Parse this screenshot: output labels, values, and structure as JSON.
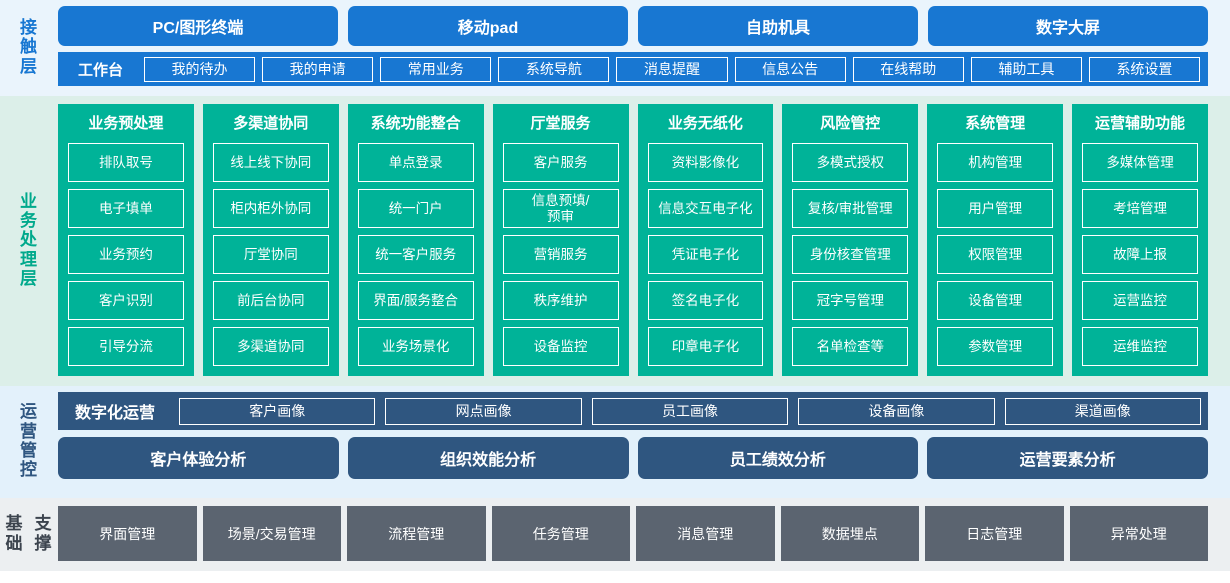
{
  "layers": {
    "contact": {
      "label": "接触层",
      "accent": "#1877d2",
      "band_bg": "#eaf4fc",
      "cards": [
        {
          "label": "PC/图形终端"
        },
        {
          "label": "移动pad"
        },
        {
          "label": "自助机具"
        },
        {
          "label": "数字大屏"
        }
      ],
      "bar_title": "工作台",
      "chips": [
        {
          "label": "我的待办"
        },
        {
          "label": "我的申请"
        },
        {
          "label": "常用业务"
        },
        {
          "label": "系统导航"
        },
        {
          "label": "消息提醒"
        },
        {
          "label": "信息公告"
        },
        {
          "label": "在线帮助"
        },
        {
          "label": "辅助工具"
        },
        {
          "label": "系统设置"
        }
      ]
    },
    "business": {
      "label": "业务处理层",
      "accent": "#00b398",
      "band_bg": "#dcefe9",
      "columns": [
        {
          "title": "业务预处理",
          "items": [
            {
              "label": "排队取号"
            },
            {
              "label": "电子填单"
            },
            {
              "label": "业务预约"
            },
            {
              "label": "客户识别"
            },
            {
              "label": "引导分流"
            }
          ]
        },
        {
          "title": "多渠道协同",
          "items": [
            {
              "label": "线上线下协同"
            },
            {
              "label": "柜内柜外协同"
            },
            {
              "label": "厅堂协同"
            },
            {
              "label": "前后台协同"
            },
            {
              "label": "多渠道协同"
            }
          ]
        },
        {
          "title": "系统功能整合",
          "items": [
            {
              "label": "单点登录"
            },
            {
              "label": "统一门户"
            },
            {
              "label": "统一客户服务"
            },
            {
              "label": "界面/服务整合"
            },
            {
              "label": "业务场景化"
            }
          ]
        },
        {
          "title": "厅堂服务",
          "items": [
            {
              "label": "客户服务"
            },
            {
              "label": "信息预填/\n预审"
            },
            {
              "label": "营销服务"
            },
            {
              "label": "秩序维护"
            },
            {
              "label": "设备监控"
            }
          ]
        },
        {
          "title": "业务无纸化",
          "items": [
            {
              "label": "资料影像化"
            },
            {
              "label": "信息交互电子化"
            },
            {
              "label": "凭证电子化"
            },
            {
              "label": "签名电子化"
            },
            {
              "label": "印章电子化"
            }
          ]
        },
        {
          "title": "风险管控",
          "items": [
            {
              "label": "多模式授权"
            },
            {
              "label": "复核/审批管理"
            },
            {
              "label": "身份核查管理"
            },
            {
              "label": "冠字号管理"
            },
            {
              "label": "名单检查等"
            }
          ]
        },
        {
          "title": "系统管理",
          "items": [
            {
              "label": "机构管理"
            },
            {
              "label": "用户管理"
            },
            {
              "label": "权限管理"
            },
            {
              "label": "设备管理"
            },
            {
              "label": "参数管理"
            }
          ]
        },
        {
          "title": "运营辅助功能",
          "items": [
            {
              "label": "多媒体管理"
            },
            {
              "label": "考培管理"
            },
            {
              "label": "故障上报"
            },
            {
              "label": "运营监控"
            },
            {
              "label": "运维监控"
            }
          ]
        }
      ]
    },
    "operations": {
      "label": "运营管控",
      "accent": "#2f5680",
      "band_bg": "#e3f1fb",
      "row_title": "数字化运营",
      "portraits": [
        {
          "label": "客户画像"
        },
        {
          "label": "网点画像"
        },
        {
          "label": "员工画像"
        },
        {
          "label": "设备画像"
        },
        {
          "label": "渠道画像"
        }
      ],
      "analyses": [
        {
          "label": "客户体验分析"
        },
        {
          "label": "组织效能分析"
        },
        {
          "label": "员工绩效分析"
        },
        {
          "label": "运营要素分析"
        }
      ]
    },
    "foundation": {
      "label_line1": "基础",
      "label_line2": "支撑",
      "accent": "#5b6470",
      "band_bg": "#eceff1",
      "items": [
        {
          "label": "界面管理"
        },
        {
          "label": "场景/交易管理"
        },
        {
          "label": "流程管理"
        },
        {
          "label": "任务管理"
        },
        {
          "label": "消息管理"
        },
        {
          "label": "数据埋点"
        },
        {
          "label": "日志管理"
        },
        {
          "label": "异常处理"
        }
      ]
    }
  }
}
